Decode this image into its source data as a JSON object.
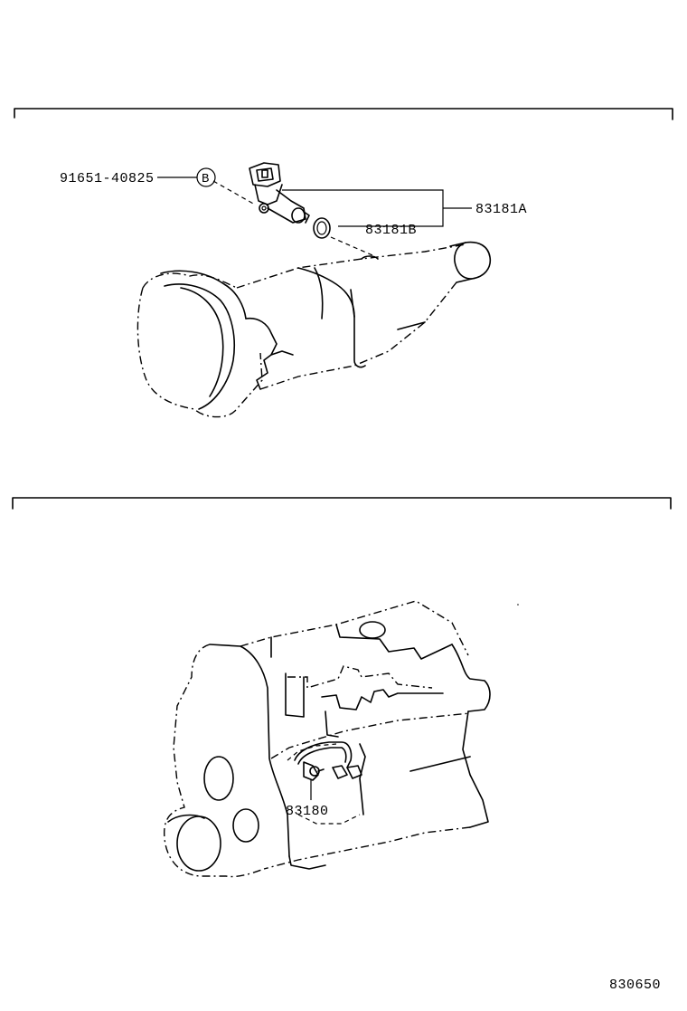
{
  "top_section": {
    "callouts": {
      "bolt_part": "91651-40825",
      "bolt_ref": "B",
      "sensor_assembly": "83181A",
      "o_ring": "83181B"
    }
  },
  "bottom_section": {
    "callouts": {
      "engine_switch": "83180"
    }
  },
  "footer": {
    "illustration_number": "830650"
  }
}
